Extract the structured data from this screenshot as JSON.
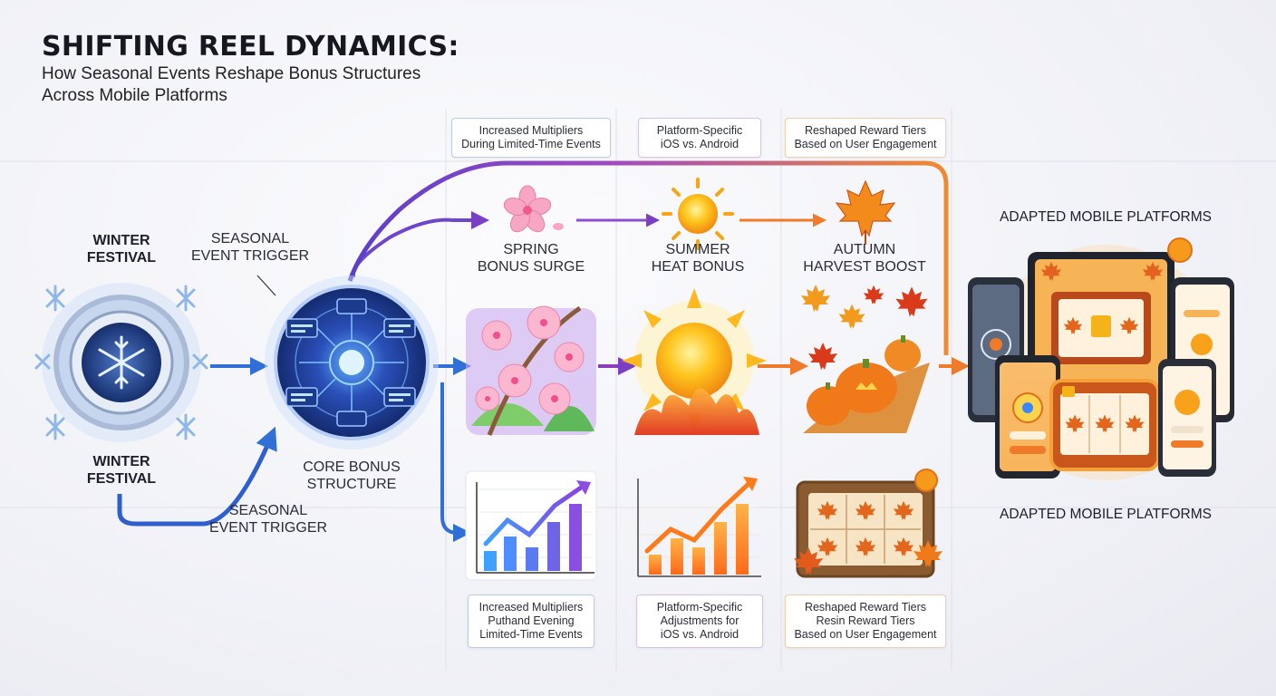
{
  "header": {
    "title": "SHIFTING REEL DYNAMICS:",
    "subtitle_line1": "How Seasonal Events Reshape Bonus Structures",
    "subtitle_line2": "Across Mobile Platforms"
  },
  "winter": {
    "label_top_line1": "WINTER",
    "label_top_line2": "FESTIVAL",
    "label_bottom_line1": "WINTER",
    "label_bottom_line2": "FESTIVAL"
  },
  "trigger": {
    "top_line1": "SEASONAL",
    "top_line2": "EVENT TRIGGER",
    "bottom_line1": "SEASONAL",
    "bottom_line2": "EVENT TRIGGER"
  },
  "core": {
    "line1": "CORE BONUS",
    "line2": "STRUCTURE"
  },
  "seasons": {
    "spring": {
      "line1": "SPRING",
      "line2": "BONUS SURGE"
    },
    "summer": {
      "line1": "SUMMER",
      "line2": "HEAT BONUS"
    },
    "autumn": {
      "line1": "AUTUMN",
      "line2": "HARVEST BOOST"
    }
  },
  "top_notes": {
    "n1_line1": "Increased Multipliers",
    "n1_line2": "During Limited-Time Events",
    "n2_line1": "Platform-Specific",
    "n2_line2": "iOS vs. Android",
    "n3_line1": "Reshaped Reward Tiers",
    "n3_line2": "Based on User Engagement"
  },
  "bottom_notes": {
    "n1_line1": "Increased Multipliers",
    "n1_line2": "Puthand Evening",
    "n1_line3": "Limited-Time Events",
    "n2_line1": "Platform-Specific",
    "n2_line2": "Adjustments for",
    "n2_line3": "iOS vs. Android",
    "n3_line1": "Reshaped Reward Tiers",
    "n3_line2": "Resin Reward Tiers",
    "n3_line3": "Based on User Engagement"
  },
  "platforms": {
    "top_label": "ADAPTED MOBILE PLATFORMS",
    "bottom_label": "ADAPTED MOBILE PLATFORMS"
  },
  "colors": {
    "winter_blue": "#2f6fd6",
    "core_blue": "#2446a8",
    "spring_pink": "#f29bb9",
    "purple": "#7a3fc2",
    "summer_yellow": "#f9b21a",
    "autumn_orange": "#e2661c",
    "arrow_orange": "#ef8a3a"
  }
}
